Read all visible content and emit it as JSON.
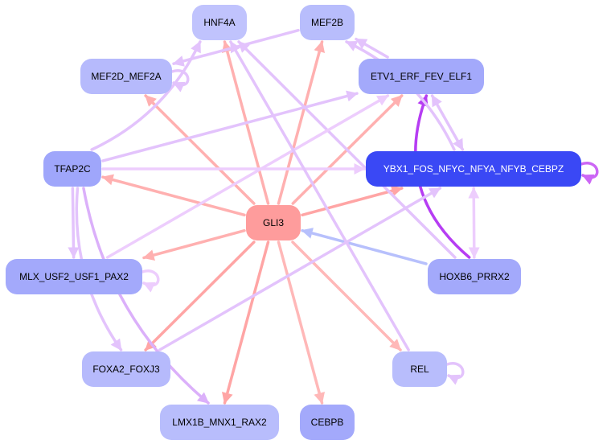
{
  "diagram": {
    "type": "directed-network",
    "colors": {
      "node_default": "#b8bdfb",
      "node_medium": "#a3a9fb",
      "node_strong": "#3a48f5",
      "node_source": "#fe9c9c",
      "edge_red": "#ffb0b0",
      "edge_lilac": "#e3c3fc",
      "edge_purple": "#b63df3",
      "edge_blue": "#b7c0fc",
      "edge_magenta": "#cc66f5"
    },
    "nodes": [
      {
        "id": "HNF4A",
        "label": "HNF4A",
        "fill": "#c0c3fd",
        "text": "#000000"
      },
      {
        "id": "MEF2B",
        "label": "MEF2B",
        "fill": "#b8bdfc",
        "text": "#000000"
      },
      {
        "id": "MEF2D_MEF2A",
        "label": "MEF2D_MEF2A",
        "fill": "#b6bafc",
        "text": "#000000"
      },
      {
        "id": "ETV1_ERF_FEV_ELF1",
        "label": "ETV1_ERF_FEV_ELF1",
        "fill": "#a3a9fb",
        "text": "#000000"
      },
      {
        "id": "TFAP2C",
        "label": "TFAP2C",
        "fill": "#9fa6fb",
        "text": "#000000"
      },
      {
        "id": "YBX1_FOS_NFYC_NFYA_NFYB_CEBPZ",
        "label": "YBX1_FOS_NFYC_NFYA_NFYB_CEBPZ",
        "fill": "#3a48f5",
        "text": "#ffffff"
      },
      {
        "id": "GLI3",
        "label": "GLI3",
        "fill": "#fe9c9c",
        "text": "#000000"
      },
      {
        "id": "MLX_USF2_USF1_PAX2",
        "label": "MLX_USF2_USF1_PAX2",
        "fill": "#a3a9fb",
        "text": "#000000"
      },
      {
        "id": "HOXB6_PRRX2",
        "label": "HOXB6_PRRX2",
        "fill": "#a3a9fb",
        "text": "#000000"
      },
      {
        "id": "FOXA2_FOXJ3",
        "label": "FOXA2_FOXJ3",
        "fill": "#b6bafc",
        "text": "#000000"
      },
      {
        "id": "REL",
        "label": "REL",
        "fill": "#b8bdfc",
        "text": "#000000"
      },
      {
        "id": "LMX1B_MNX1_RAX2",
        "label": "LMX1B_MNX1_RAX2",
        "fill": "#b8bdfc",
        "text": "#000000"
      },
      {
        "id": "CEBPB",
        "label": "CEBPB",
        "fill": "#a3a9fb",
        "text": "#000000"
      }
    ],
    "edges": [
      {
        "from": "GLI3",
        "to": "HNF4A",
        "color": "#ffb0b0"
      },
      {
        "from": "GLI3",
        "to": "MEF2B",
        "color": "#ffb0b0"
      },
      {
        "from": "GLI3",
        "to": "MEF2D_MEF2A",
        "color": "#ffb0b0"
      },
      {
        "from": "GLI3",
        "to": "ETV1_ERF_FEV_ELF1",
        "color": "#ffb0b0"
      },
      {
        "from": "GLI3",
        "to": "TFAP2C",
        "color": "#ffb0b0"
      },
      {
        "from": "GLI3",
        "to": "YBX1_FOS_NFYC_NFYA_NFYB_CEBPZ",
        "color": "#ffa5a5"
      },
      {
        "from": "GLI3",
        "to": "MLX_USF2_USF1_PAX2",
        "color": "#ffb0b0"
      },
      {
        "from": "GLI3",
        "to": "FOXA2_FOXJ3",
        "color": "#ffa5a5"
      },
      {
        "from": "GLI3",
        "to": "LMX1B_MNX1_RAX2",
        "color": "#ffa5a5"
      },
      {
        "from": "GLI3",
        "to": "CEBPB",
        "color": "#ffb8b8"
      },
      {
        "from": "GLI3",
        "to": "REL",
        "color": "#ffb8b8"
      },
      {
        "from": "HOXB6_PRRX2",
        "to": "GLI3",
        "color": "#b7c0fc"
      },
      {
        "from": "HOXB6_PRRX2",
        "to": "ETV1_ERF_FEV_ELF1",
        "color": "#b63df3",
        "curved": true
      },
      {
        "from": "HOXB6_PRRX2",
        "to": "YBX1_FOS_NFYC_NFYA_NFYB_CEBPZ",
        "color": "#edcdfd",
        "bidirectional": true
      },
      {
        "from": "HOXB6_PRRX2",
        "to": "HNF4A",
        "color": "#e3c3fc"
      },
      {
        "from": "ETV1_ERF_FEV_ELF1",
        "to": "MEF2B",
        "color": "#e3c3fc"
      },
      {
        "from": "ETV1_ERF_FEV_ELF1",
        "to": "YBX1_FOS_NFYC_NFYA_NFYB_CEBPZ",
        "color": "#e3c3fc",
        "bidirectional": true
      },
      {
        "from": "YBX1_FOS_NFYC_NFYA_NFYB_CEBPZ",
        "to": "MEF2B",
        "color": "#e3c3fc",
        "curved": true
      },
      {
        "from": "YBX1_FOS_NFYC_NFYA_NFYB_CEBPZ",
        "to": "YBX1_FOS_NFYC_NFYA_NFYB_CEBPZ",
        "color": "#cc66f5",
        "self": true
      },
      {
        "from": "MEF2B",
        "to": "MEF2D_MEF2A",
        "color": "#e3c3fc"
      },
      {
        "from": "MEF2D_MEF2A",
        "to": "MEF2D_MEF2A",
        "color": "#e3c3fc",
        "self": true
      },
      {
        "from": "TFAP2C",
        "to": "HNF4A",
        "color": "#e3c3fc",
        "curved": true
      },
      {
        "from": "TFAP2C",
        "to": "ETV1_ERF_FEV_ELF1",
        "color": "#e3c3fc"
      },
      {
        "from": "TFAP2C",
        "to": "YBX1_FOS_NFYC_NFYA_NFYB_CEBPZ",
        "color": "#edcdfd"
      },
      {
        "from": "TFAP2C",
        "to": "MLX_USF2_USF1_PAX2",
        "color": "#e3c3fc"
      },
      {
        "from": "TFAP2C",
        "to": "FOXA2_FOXJ3",
        "color": "#e3c3fc",
        "curved": true
      },
      {
        "from": "TFAP2C",
        "to": "LMX1B_MNX1_RAX2",
        "color": "#dbb0fa",
        "curved": true
      },
      {
        "from": "MLX_USF2_USF1_PAX2",
        "to": "ETV1_ERF_FEV_ELF1",
        "color": "#edcdfd"
      },
      {
        "from": "MLX_USF2_USF1_PAX2",
        "to": "MLX_USF2_USF1_PAX2",
        "color": "#edcdfd",
        "self": true
      },
      {
        "from": "FOXA2_FOXJ3",
        "to": "YBX1_FOS_NFYC_NFYA_NFYB_CEBPZ",
        "color": "#e3c3fc"
      },
      {
        "from": "REL",
        "to": "HNF4A",
        "color": "#e3c3fc"
      },
      {
        "from": "REL",
        "to": "REL",
        "color": "#e3c3fc",
        "self": true
      },
      {
        "from": "HNF4A",
        "to": "HNF4A",
        "color": "#e3c3fc",
        "self_hidden": true
      }
    ]
  }
}
